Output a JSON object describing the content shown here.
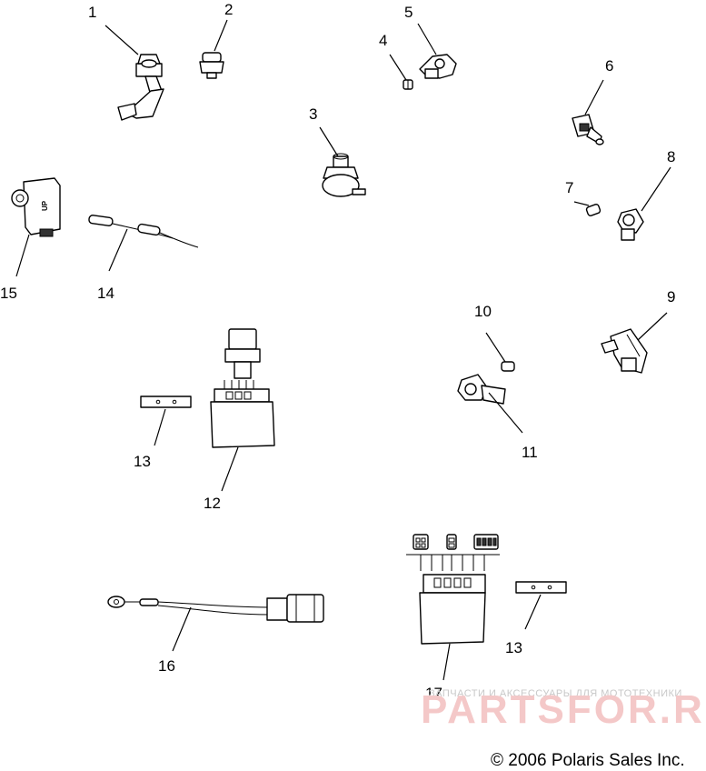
{
  "callouts": [
    "1",
    "2",
    "3",
    "4",
    "5",
    "6",
    "7",
    "8",
    "9",
    "10",
    "11",
    "12",
    "13",
    "13",
    "14",
    "15",
    "16",
    "17"
  ],
  "watermark": {
    "tagline": "ЗАПЧАСТИ И АКСЕССУАРЫ ДЛЯ МОТОТЕХНИКИ",
    "brand": "PARTSFOR.RU"
  },
  "copyright": "© 2006 Polaris Sales Inc."
}
